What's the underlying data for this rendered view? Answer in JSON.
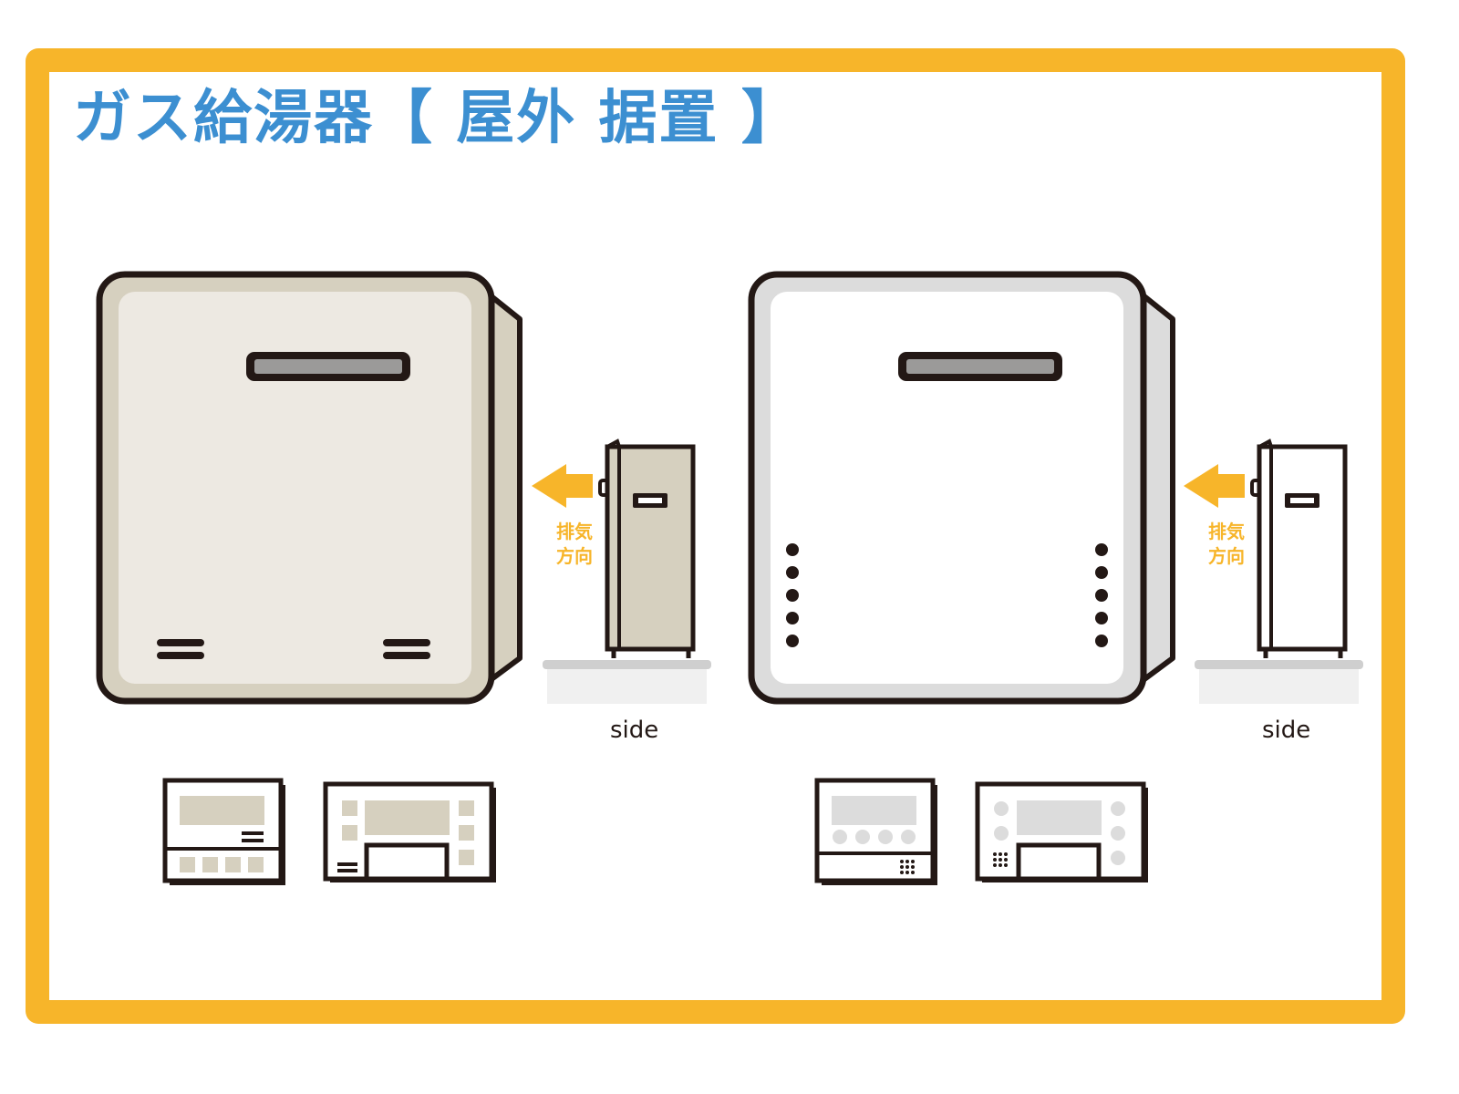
{
  "title": "ガス給湯器【 屋外 据置 】",
  "units": [
    {
      "variant": "beige",
      "side_label": "side",
      "exhaust_line1": "排気",
      "exhaust_line2": "方向"
    },
    {
      "variant": "white",
      "side_label": "side",
      "exhaust_line1": "排気",
      "exhaust_line2": "方向"
    }
  ],
  "colors": {
    "frame": "#F7B52A",
    "title": "#3C8FD1",
    "outline": "#231815",
    "beige_face": "#EDE9E2",
    "beige_body": "#D6D0BF",
    "white_face": "#FFFFFF",
    "white_body": "#DCDCDC",
    "arrow": "#F7B52A"
  }
}
